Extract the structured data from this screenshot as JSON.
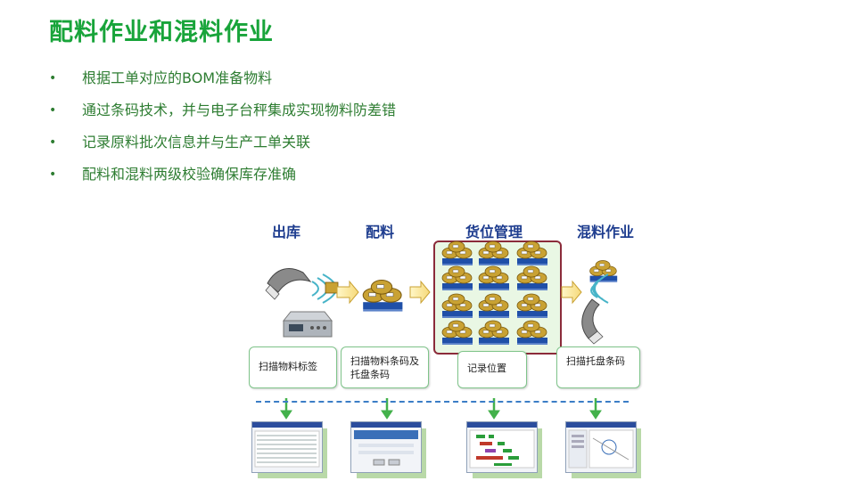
{
  "title": "配料作业和混料作业",
  "bullets": [
    "根据工单对应的BOM准备物料",
    "通过条码技术，并与电子台秤集成实现物料防差错",
    "记录原料批次信息并与生产工单关联",
    "配料和混料两级校验确保库存准确"
  ],
  "flow": {
    "stages": [
      "出库",
      "配料",
      "货位管理",
      "混料作业"
    ],
    "steps": [
      "扫描物料标签",
      "扫描物料条码及托盘条码",
      "记录位置",
      "扫描托盘条码"
    ]
  },
  "colors": {
    "title": "#18a43a",
    "bullet_text": "#2e7d32",
    "stage_title": "#1e3d8f",
    "zone_border": "#8b2b3a",
    "dashed_line": "#3b7dc6",
    "down_arrow": "#43b14b"
  }
}
